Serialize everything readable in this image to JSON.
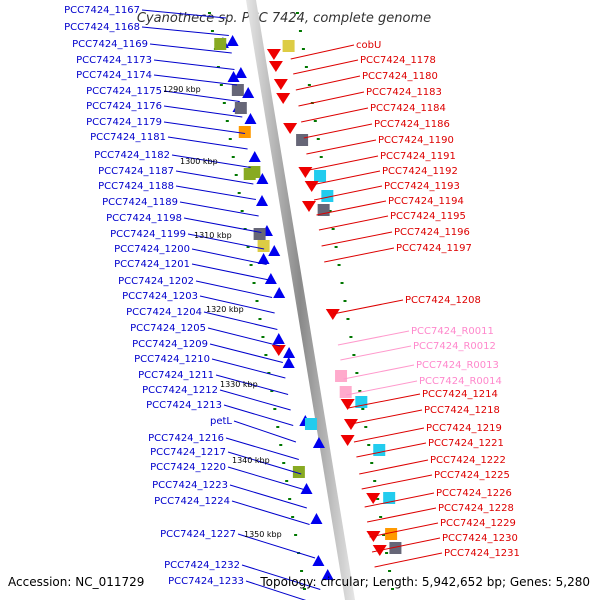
{
  "title": "Cyanothece sp. PCC 7424, complete genome",
  "footer": {
    "accession": "Accession: NC_011729",
    "summary": "Topology: circular; Length: 5,942,652 bp; Genes: 5,280"
  },
  "kbp_marks": [
    "1290 kbp",
    "1300 kbp",
    "1310 kbp",
    "1320 kbp",
    "1330 kbp",
    "1340 kbp",
    "1350 kbp"
  ],
  "left_genes": [
    "PCC7424_1167",
    "PCC7424_1168",
    "PCC7424_1169",
    "PCC7424_1173",
    "PCC7424_1174",
    "PCC7424_1175",
    "PCC7424_1176",
    "PCC7424_1179",
    "PCC7424_1181",
    "PCC7424_1182",
    "PCC7424_1187",
    "PCC7424_1188",
    "PCC7424_1189",
    "PCC7424_1198",
    "PCC7424_1199",
    "PCC7424_1200",
    "PCC7424_1201",
    "PCC7424_1202",
    "PCC7424_1203",
    "PCC7424_1204",
    "PCC7424_1205",
    "PCC7424_1209",
    "PCC7424_1210",
    "PCC7424_1211",
    "PCC7424_1212",
    "PCC7424_1213",
    "petL",
    "PCC7424_1216",
    "PCC7424_1217",
    "PCC7424_1220",
    "PCC7424_1223",
    "PCC7424_1224",
    "PCC7424_1227",
    "PCC7424_1232",
    "PCC7424_1233"
  ],
  "right_genes": [
    "cobU",
    "PCC7424_1178",
    "PCC7424_1180",
    "PCC7424_1183",
    "PCC7424_1184",
    "PCC7424_1186",
    "PCC7424_1190",
    "PCC7424_1191",
    "PCC7424_1192",
    "PCC7424_1193",
    "PCC7424_1194",
    "PCC7424_1195",
    "PCC7424_1196",
    "PCC7424_1197",
    "PCC7424_1208",
    "PCC7424_R0011",
    "PCC7424_R0012",
    "PCC7424_R0013",
    "PCC7424_R0014",
    "PCC7424_1214",
    "PCC7424_1218",
    "PCC7424_1219",
    "PCC7424_1221",
    "PCC7424_1222",
    "PCC7424_1225",
    "PCC7424_1226",
    "PCC7424_1228",
    "PCC7424_1229",
    "PCC7424_1230",
    "PCC7424_1231"
  ],
  "colors": {
    "forward_strand": "#0000ee",
    "reverse_strand": "#ee0000",
    "rna": "#ff99cc",
    "backbone": "#999999",
    "tick": "#007700"
  }
}
